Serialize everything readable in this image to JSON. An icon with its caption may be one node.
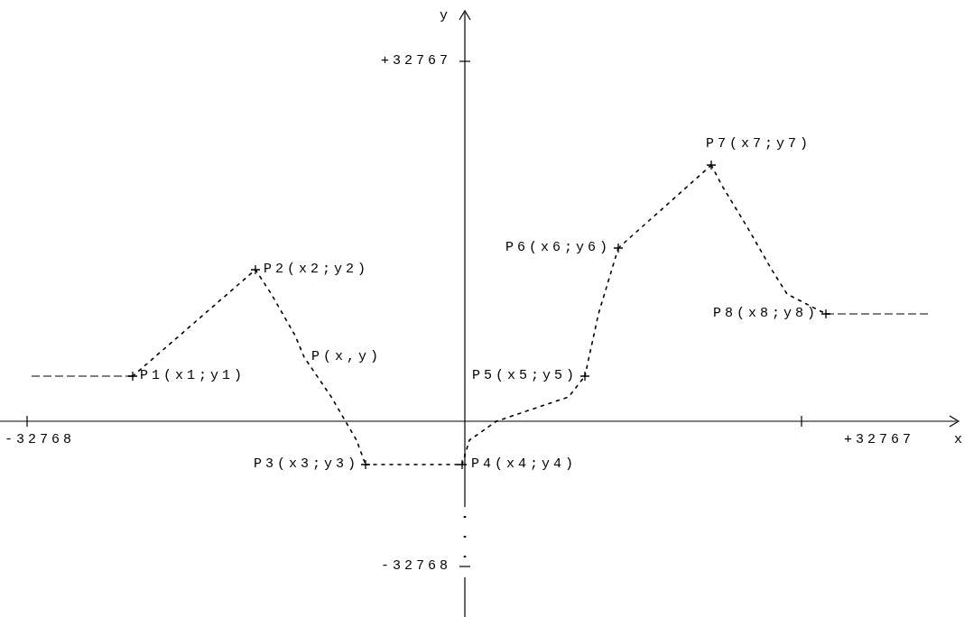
{
  "diagram": {
    "nodes": [
      {
        "text": [
          "P1(x1;y1)"
        ]
      },
      {
        "text": [
          "P2(x2;y2)"
        ]
      },
      {
        "text": [
          "P3(x3;y3)"
        ]
      },
      {
        "text": [
          "P4(x4;y4)"
        ]
      },
      {
        "text": [
          "P5(x5;y5)"
        ]
      },
      {
        "text": [
          "P6(x6;y6)"
        ]
      },
      {
        "text": [
          "P7(x7;y7)"
        ]
      },
      {
        "text": [
          "P8(x8;y8)"
        ]
      }
    ],
    "edges": [
      {
        "from": null,
        "to": 0,
        "arrow": "none",
        "style": "dashed"
      },
      {
        "from": 0,
        "to": 1,
        "arrow": "none"
      },
      {
        "from": 1,
        "to": 2,
        "arrow": "none"
      },
      {
        "from": 2,
        "to": 3,
        "arrow": "none"
      },
      {
        "from": 3,
        "to": 4,
        "arrow": "none"
      },
      {
        "from": 4,
        "to": 5,
        "arrow": "none"
      },
      {
        "from": 5,
        "to": 6,
        "arrow": "none"
      },
      {
        "from": 6,
        "to": 7,
        "arrow": "none"
      },
      {
        "from": 7,
        "to": null,
        "arrow": "none",
        "style": "dashed"
      }
    ],
    "labels": [
      "y",
      "+32767",
      "P(x,y)",
      "-32768",
      "+32767",
      "x",
      "-32768"
    ]
  }
}
